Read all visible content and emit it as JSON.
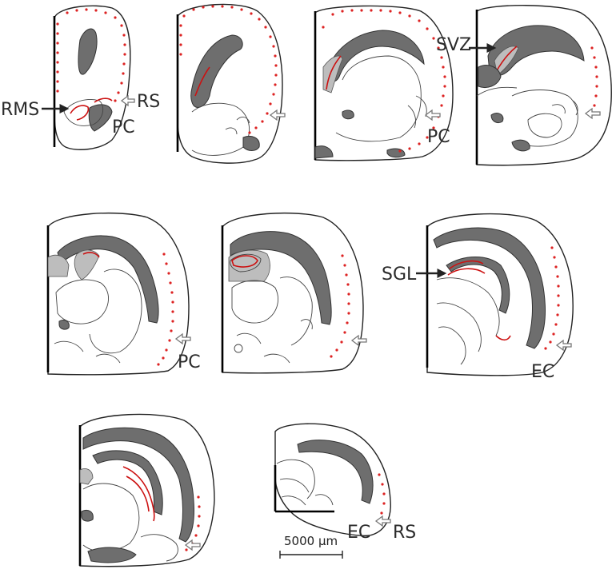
{
  "labels": {
    "rms": "RMS",
    "rs": "RS",
    "pc": "PC",
    "svz": "SVZ",
    "sgl": "SGL",
    "ec": "EC"
  },
  "scale_bar": {
    "text": "5000 μm"
  },
  "colors": {
    "outline": "#222222",
    "white_matter_dark": "#6e6e6e",
    "ventricle_light": "#bdbdbd",
    "cell_dots_red": "#dd2222"
  }
}
